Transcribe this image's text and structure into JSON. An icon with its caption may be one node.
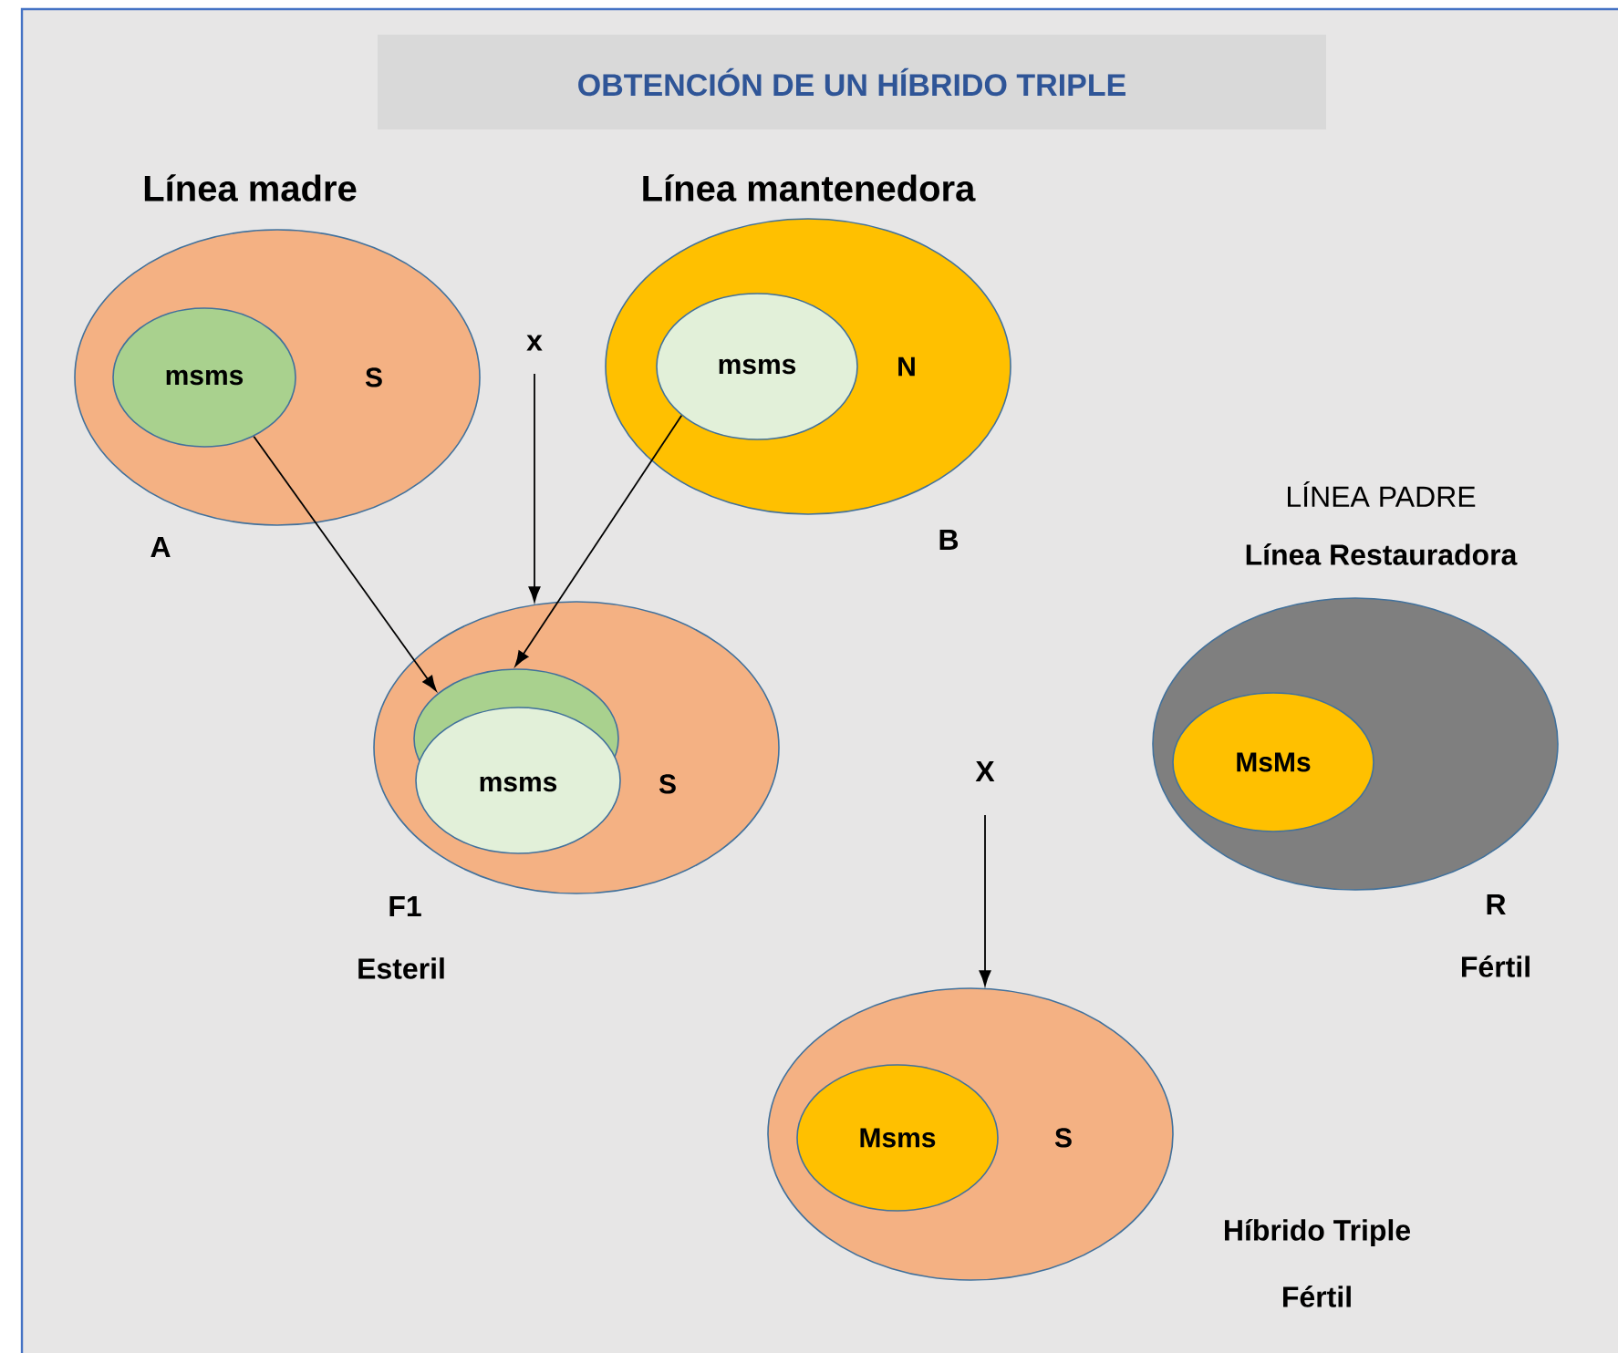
{
  "diagram": {
    "title": "OBTENCIÓN DE UN HÍBRIDO TRIPLE",
    "nodes": [
      {
        "text": [
          "S"
        ],
        "beside": [
          "Línea madre",
          "A"
        ]
      },
      {
        "text": [
          "msms"
        ],
        "in": 0
      },
      {
        "text": [
          "N"
        ],
        "beside": [
          "Línea mantenedora",
          "B"
        ]
      },
      {
        "text": [
          "msms"
        ],
        "in": 2
      },
      {
        "text": [
          "S"
        ],
        "beside": [
          "F1",
          "Esteril"
        ]
      },
      {
        "text": [
          "msms"
        ],
        "in": 4
      },
      {
        "text": [],
        "shape": "ellipse",
        "beside": [
          "LÍNEA PADRE",
          "Línea Restauradora",
          "R",
          "Fértil"
        ]
      },
      {
        "text": [
          "MsMs"
        ],
        "in": 6
      },
      {
        "text": [
          "S"
        ],
        "beside": [
          "Híbrido Triple",
          "Fértil"
        ]
      },
      {
        "text": [
          "Msms"
        ],
        "in": 8
      }
    ],
    "edges": [
      {
        "from": 1,
        "to": 5,
        "arrow": "to"
      },
      {
        "from": 3,
        "to": 5,
        "arrow": "to"
      },
      {
        "from": null,
        "to": 4,
        "arrow": "to",
        "label": "x"
      },
      {
        "from": null,
        "to": 8,
        "arrow": "to",
        "label": "X"
      }
    ]
  }
}
